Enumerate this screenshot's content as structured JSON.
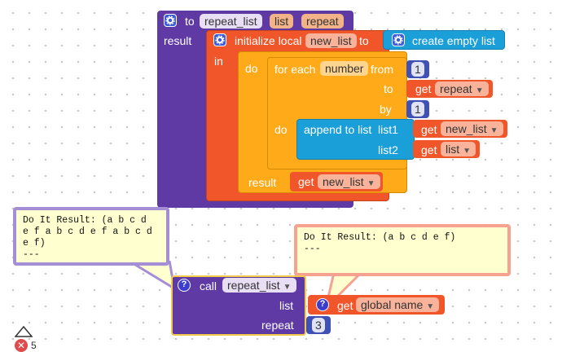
{
  "proc_def": {
    "to_label": "to",
    "name": "repeat_list",
    "params": [
      "list",
      "repeat"
    ],
    "result_label": "result"
  },
  "init_local": {
    "label": "initialize local",
    "var_name": "new_list",
    "to_label": "to",
    "in_label": "in",
    "value_block": "create empty list"
  },
  "do_block": {
    "do_label": "do",
    "result_label": "result"
  },
  "for_each": {
    "label": "for each",
    "var_name": "number",
    "from_label": "from",
    "from_value": "1",
    "to_label": "to",
    "to_get": "repeat",
    "by_label": "by",
    "by_value": "1",
    "do_label": "do"
  },
  "append": {
    "label": "append to list",
    "list1_label": "list1",
    "list1_get": "new_list",
    "list2_label": "list2",
    "list2_get": "list"
  },
  "result_get": "new_list",
  "get_label": "get",
  "call_block": {
    "call_label": "call",
    "name": "repeat_list",
    "list_label": "list",
    "list_get": "global name",
    "repeat_label": "repeat",
    "repeat_value": "3"
  },
  "bubble_left": "Do It Result: (a b c d\ne f a b c d e f a b c d\ne f)\n---",
  "bubble_right": "Do It Result: (a b c d e f)\n---",
  "trash_count": "5",
  "colors": {
    "procedure": "#5f3aa5",
    "variable": "#f0562a",
    "control": "#ffab19",
    "lists": "#1b9fd9",
    "math": "#3f51b5"
  }
}
